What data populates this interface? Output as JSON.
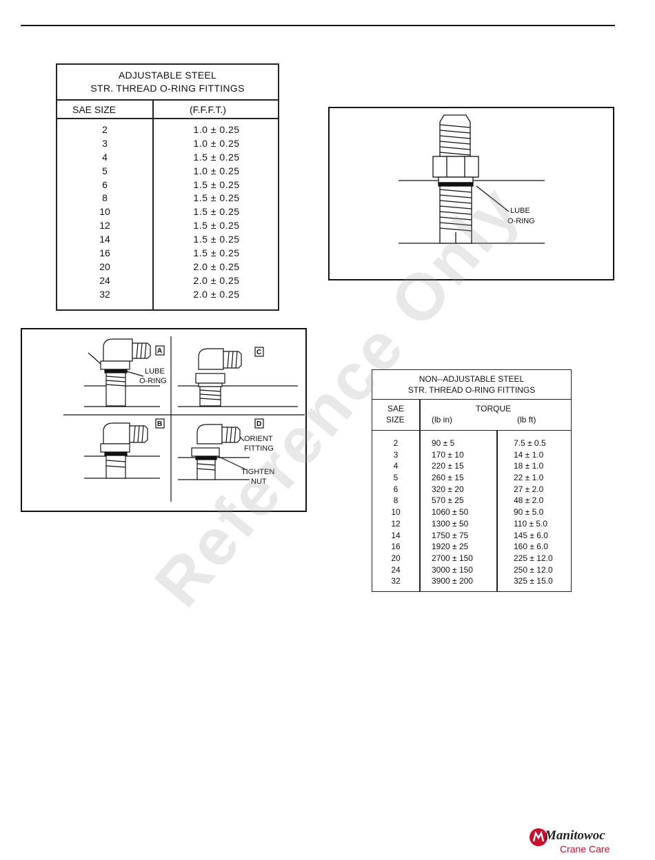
{
  "adjustable_table": {
    "title_line1": "ADJUSTABLE STEEL",
    "title_line2": "STR. THREAD O-RING FITTINGS",
    "col1": "SAE SIZE",
    "col2": "(F.F.F.T.)",
    "rows": [
      {
        "size": "2",
        "value": "1.0 ± 0.25"
      },
      {
        "size": "3",
        "value": "1.0 ± 0.25"
      },
      {
        "size": "4",
        "value": "1.5 ± 0.25"
      },
      {
        "size": "5",
        "value": "1.0 ± 0.25"
      },
      {
        "size": "6",
        "value": "1.5 ± 0.25"
      },
      {
        "size": "8",
        "value": "1.5 ± 0.25"
      },
      {
        "size": "10",
        "value": "1.5 ± 0.25"
      },
      {
        "size": "12",
        "value": "1.5 ± 0.25"
      },
      {
        "size": "14",
        "value": "1.5 ± 0.25"
      },
      {
        "size": "16",
        "value": "1.5 ± 0.25"
      },
      {
        "size": "20",
        "value": "2.0 ± 0.25"
      },
      {
        "size": "24",
        "value": "2.0 ± 0.25"
      },
      {
        "size": "32",
        "value": "2.0 ± 0.25"
      }
    ]
  },
  "fitting_figure": {
    "label_line1": "LUBE",
    "label_line2": "O-RING"
  },
  "steps_figure": {
    "panel_a": "A",
    "panel_b": "B",
    "panel_c": "C",
    "panel_d": "D",
    "lube_line1": "LUBE",
    "lube_line2": "O-RING",
    "orient_line1": "ORIENT",
    "orient_line2": "FITTING",
    "tighten_line1": "TIGHTEN",
    "tighten_line2": "NUT"
  },
  "non_adjustable_table": {
    "title_line1": "NON--ADJUSTABLE STEEL",
    "title_line2": "STR. THREAD O-RING FITTINGS",
    "col1_line1": "SAE",
    "col1_line2": "SIZE",
    "torque_label": "TORQUE",
    "unit_lb_in": "(lb in)",
    "unit_lb_ft": "(lb ft)",
    "rows": [
      {
        "size": "2",
        "lb_in": "90 ± 5",
        "lb_ft": "7.5 ± 0.5"
      },
      {
        "size": "3",
        "lb_in": "170 ± 10",
        "lb_ft": "14 ± 1.0"
      },
      {
        "size": "4",
        "lb_in": "220 ± 15",
        "lb_ft": "18 ± 1.0"
      },
      {
        "size": "5",
        "lb_in": "260 ± 15",
        "lb_ft": "22 ± 1.0"
      },
      {
        "size": "6",
        "lb_in": "320 ± 20",
        "lb_ft": "27 ± 2.0"
      },
      {
        "size": "8",
        "lb_in": "570 ± 25",
        "lb_ft": "48 ± 2.0"
      },
      {
        "size": "10",
        "lb_in": "1060 ± 50",
        "lb_ft": "90 ± 5.0"
      },
      {
        "size": "12",
        "lb_in": "1300 ± 50",
        "lb_ft": "110 ± 5.0"
      },
      {
        "size": "14",
        "lb_in": "1750 ± 75",
        "lb_ft": "145 ± 6.0"
      },
      {
        "size": "16",
        "lb_in": "1920 ± 25",
        "lb_ft": "160 ± 6.0"
      },
      {
        "size": "20",
        "lb_in": "2700 ± 150",
        "lb_ft": "225 ± 12.0"
      },
      {
        "size": "24",
        "lb_in": "3000 ± 150",
        "lb_ft": "250 ± 12.0"
      },
      {
        "size": "32",
        "lb_in": "3900 ± 200",
        "lb_ft": "325 ± 15.0"
      }
    ]
  },
  "watermark": "Reference Only",
  "logo": {
    "name": "Manitowoc",
    "sub": "Crane Care",
    "accent_color": "#c8102e"
  }
}
